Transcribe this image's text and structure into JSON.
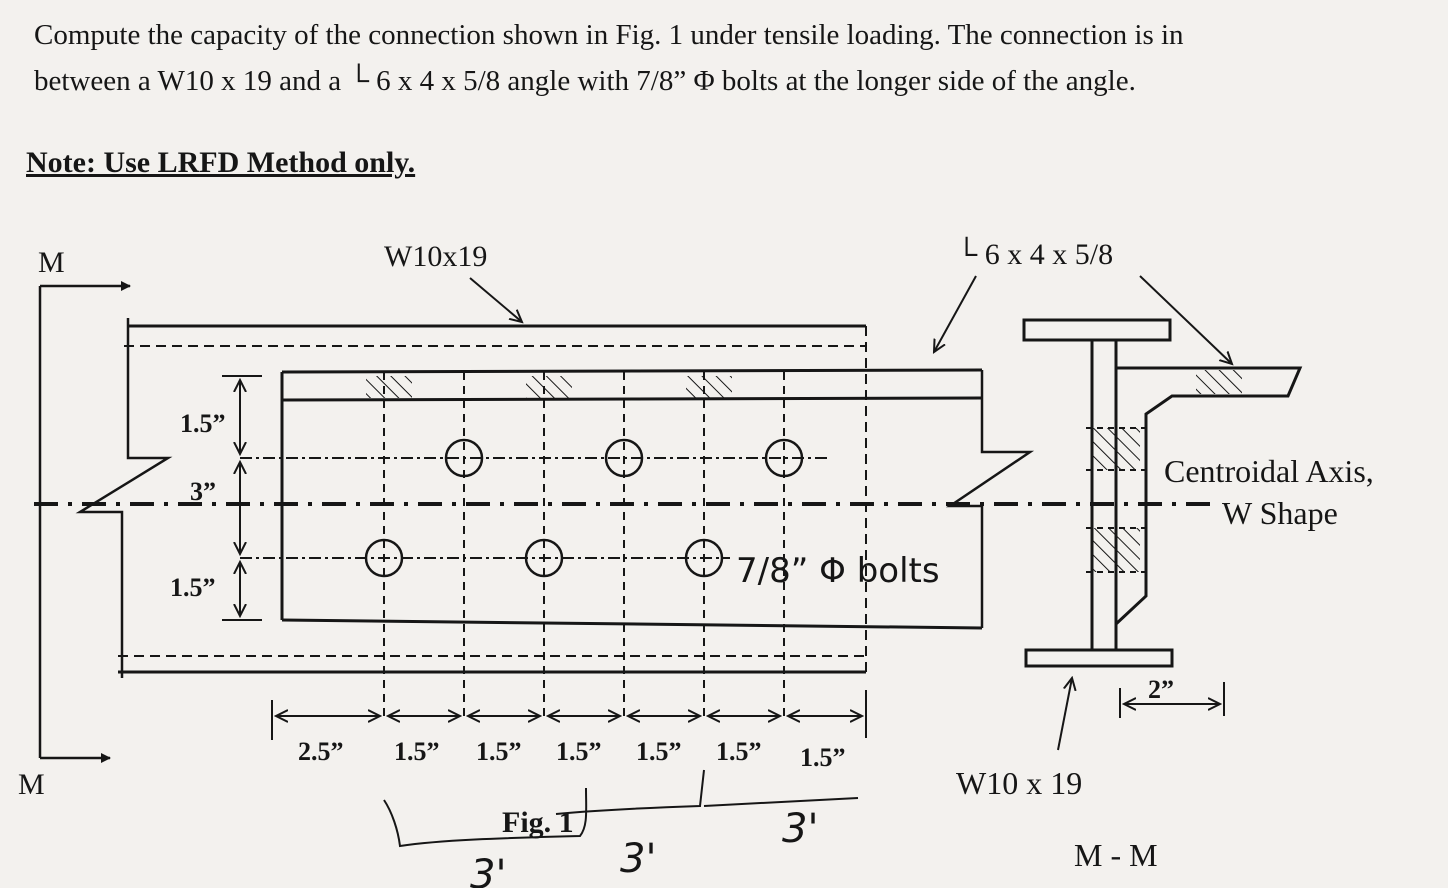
{
  "problem": {
    "line1": "Compute the capacity of the connection shown in Fig. 1 under tensile loading. The connection is in",
    "line2": "between a W10 x 19 and a └ 6 x 4 x 5/8 angle with 7/8” Φ bolts at the longer side of the angle.",
    "note": "Note: Use LRFD Method only."
  },
  "figure": {
    "section_mark_top": "M",
    "section_mark_bottom": "M",
    "w_label": "W10x19",
    "angle_label": "└ 6 x 4 x 5/8",
    "dim_15_top": "1.5”",
    "dim_3": "3”",
    "dim_15_bottom": "1.5”",
    "bolts_label": "7/8” Φ bolts",
    "horizontal_dims": [
      "2.5”",
      "1.5”",
      "1.5”",
      "1.5”",
      "1.5”",
      "1.5”",
      "1.5”"
    ],
    "fig_caption": "Fig. 1",
    "handwritten": [
      "3'",
      "3'",
      "3'"
    ],
    "section": {
      "centroidal_axis_line1": "Centroidal Axis,",
      "centroidal_axis_line2": "W Shape",
      "w_label": "W10 x 19",
      "dim_2": "2”",
      "section_title": "M - M"
    }
  }
}
